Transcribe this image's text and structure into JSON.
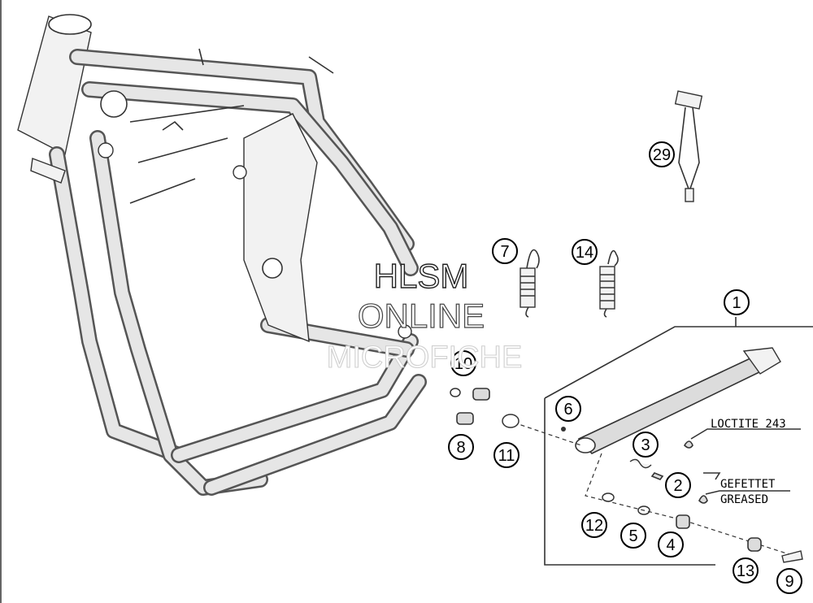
{
  "diagram": {
    "callouts": [
      {
        "id": "callout-1",
        "label": "1"
      },
      {
        "id": "callout-2",
        "label": "2"
      },
      {
        "id": "callout-3",
        "label": "3"
      },
      {
        "id": "callout-4",
        "label": "4"
      },
      {
        "id": "callout-5",
        "label": "5"
      },
      {
        "id": "callout-6",
        "label": "6"
      },
      {
        "id": "callout-7",
        "label": "7"
      },
      {
        "id": "callout-8",
        "label": "8"
      },
      {
        "id": "callout-9",
        "label": "9"
      },
      {
        "id": "callout-10",
        "label": "10"
      },
      {
        "id": "callout-11",
        "label": "11"
      },
      {
        "id": "callout-12",
        "label": "12"
      },
      {
        "id": "callout-13",
        "label": "13"
      },
      {
        "id": "callout-14",
        "label": "14"
      },
      {
        "id": "callout-29",
        "label": "29"
      }
    ],
    "notes": {
      "loctite": "LOCTITE 243",
      "greased_de": "GEFETTET",
      "greased_en": "GREASED"
    },
    "watermark": {
      "line1": "HLSM",
      "line2": "ONLINE",
      "line3": "MICROFICHE"
    }
  }
}
